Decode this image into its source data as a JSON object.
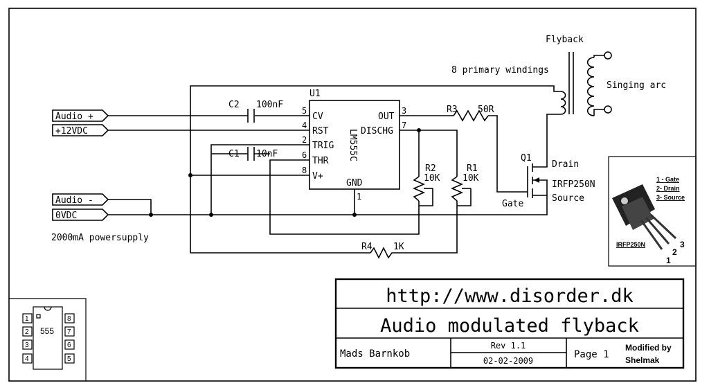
{
  "ports": {
    "audio_plus": "Audio +",
    "vdc12": "+12VDC",
    "audio_minus": "Audio -",
    "vdc0": "0VDC"
  },
  "power_note": "2000mA powersupply",
  "ic": {
    "ref": "U1",
    "part": "LM555C",
    "pins": {
      "cv": "CV",
      "rst": "RST",
      "trig": "TRIG",
      "thr": "THR",
      "vplus": "V+",
      "out": "OUT",
      "dischg": "DISCHG",
      "gnd": "GND"
    },
    "pin_numbers": {
      "p5": "5",
      "p4": "4",
      "p2": "2",
      "p6": "6",
      "p8": "8",
      "p3": "3",
      "p7": "7",
      "p1": "1"
    }
  },
  "components": {
    "c2_ref": "C2",
    "c2_val": "100nF",
    "c1_ref": "C1",
    "c1_val": "10nF",
    "r3_ref": "R3",
    "r3_val": "50R",
    "r2_ref": "R2",
    "r2_val": "10K",
    "r1_ref": "R1",
    "r1_val": "10K",
    "r4_ref": "R4",
    "r4_val": "1K",
    "q1_ref": "Q1",
    "q1_part": "IRFP250N",
    "drain": "Drain",
    "gate": "Gate",
    "source": "Source"
  },
  "transformer": {
    "title": "Flyback",
    "primary": "8 primary windings",
    "secondary": "Singing arc"
  },
  "mosfet_box": {
    "pin1": "1 - Gate",
    "pin2": "2- Drain",
    "pin3": "3- Source",
    "label": "IRFP250N",
    "n1": "1",
    "n2": "2",
    "n3": "3"
  },
  "dip": {
    "label": "555",
    "left_pins": [
      "1",
      "2",
      "3",
      "4"
    ],
    "right_pins": [
      "8",
      "7",
      "6",
      "5"
    ]
  },
  "title_block": {
    "url": "http://www.disorder.dk",
    "title": "Audio modulated flyback",
    "author": "Mads Barnkob",
    "rev": "Rev 1.1",
    "date": "02-02-2009",
    "page": "Page 1",
    "mod1": "Modified by",
    "mod2": "Shelmak"
  }
}
